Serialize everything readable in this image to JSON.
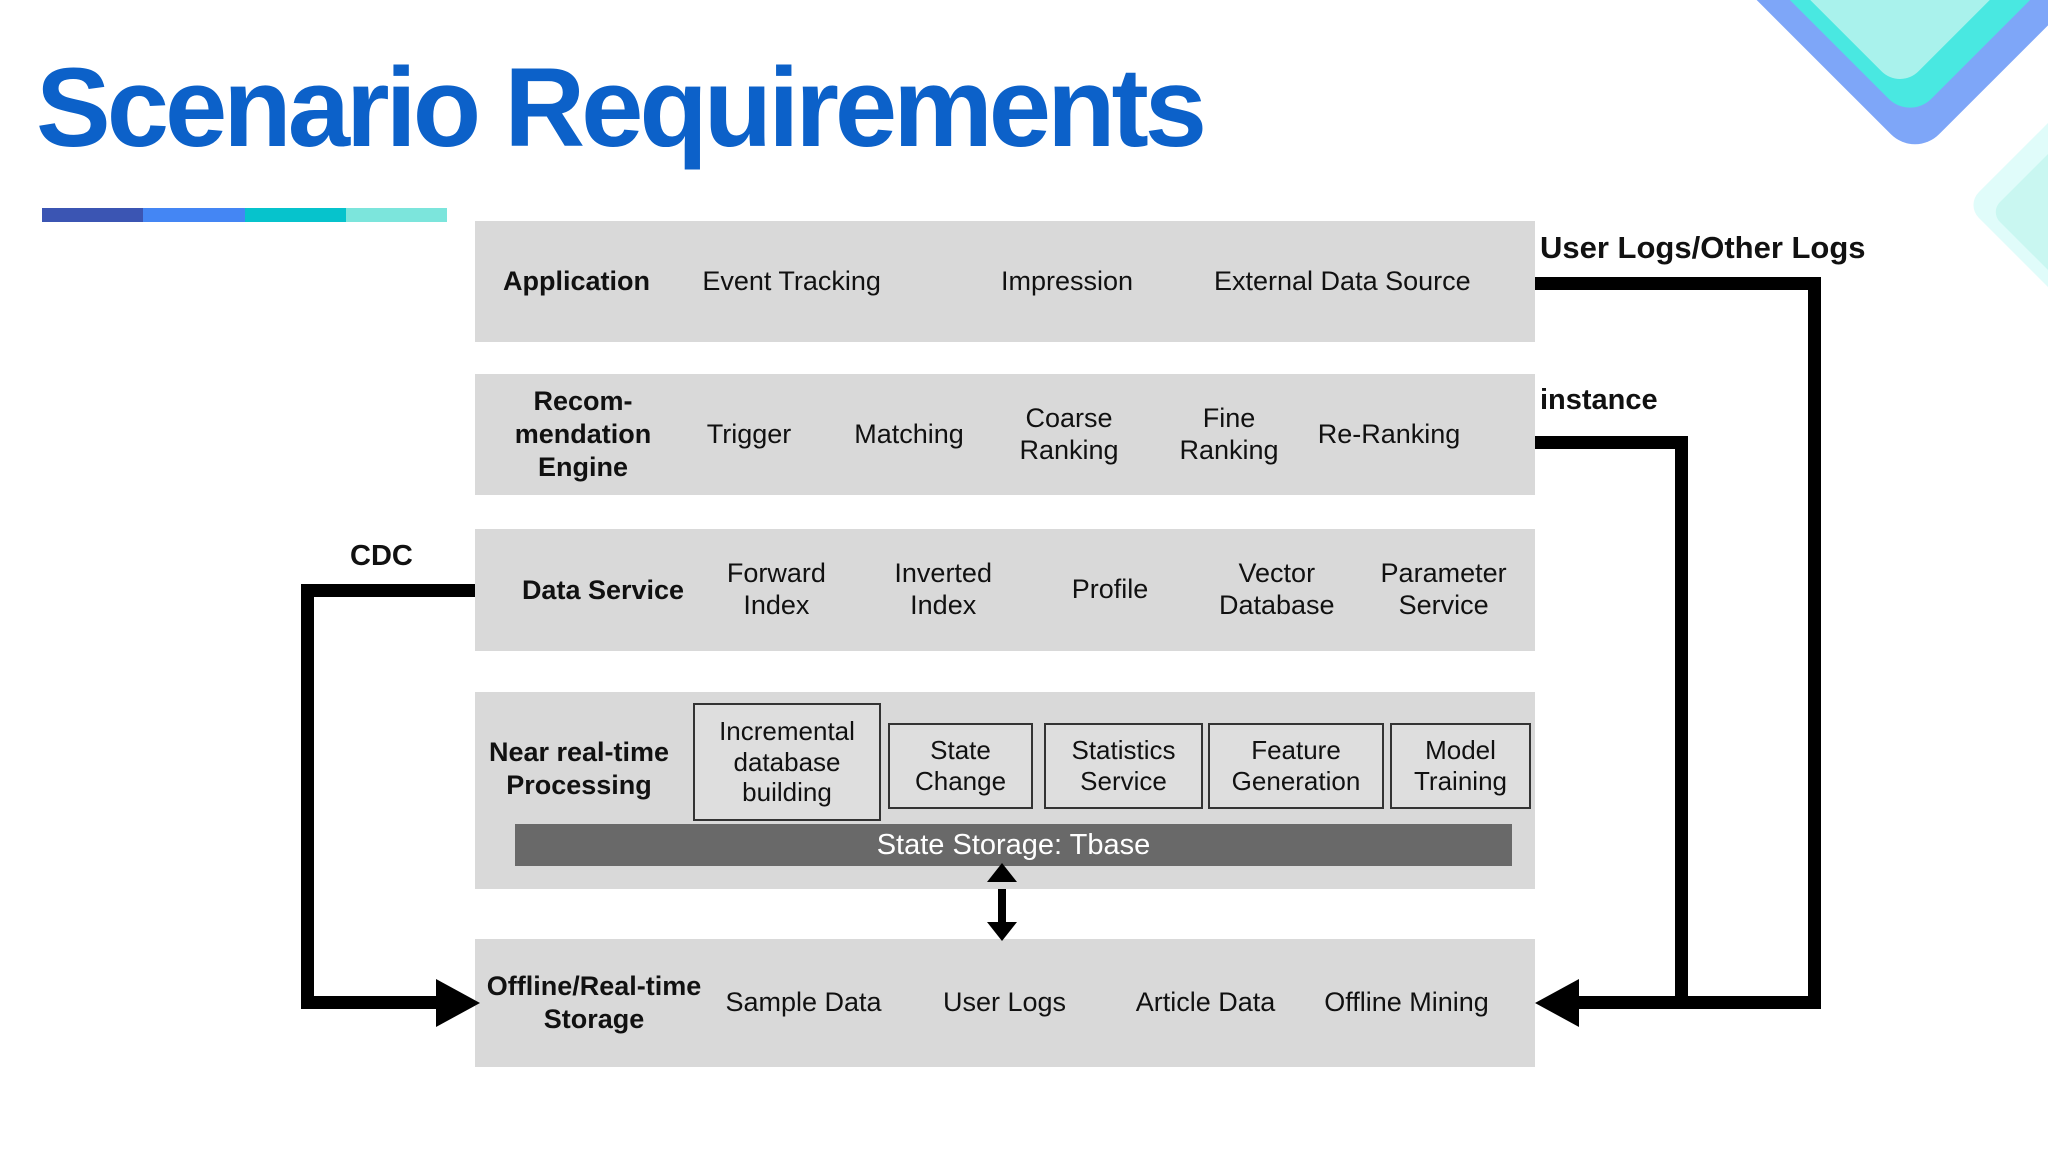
{
  "title": "Scenario Requirements",
  "colors": {
    "title_blue": "#0c61c9",
    "row_bg": "#d9d9d9",
    "subbox_bg": "#dedede",
    "storage_bar_bg": "#696969",
    "line_black": "#000000",
    "accent_segments": [
      "#3b55b3",
      "#4486f4",
      "#06c3cc",
      "#7ce5dc"
    ],
    "decor_blue": "#7ea6f8",
    "decor_cyan": "#49e8e1",
    "decor_mint": "#a9f2ec",
    "decor_pale_outer": "#e0fcfa",
    "decor_pale_inner": "#c9f7f1"
  },
  "diagram": {
    "rows": [
      {
        "label": "Application",
        "items": [
          "Event Tracking",
          "Impression",
          "External Data Source"
        ]
      },
      {
        "label": "Recom-\nmendation\nEngine",
        "items": [
          "Trigger",
          "Matching",
          "Coarse\nRanking",
          "Fine\nRanking",
          "Re-Ranking"
        ]
      },
      {
        "label": "Data Service",
        "items": [
          "Forward\nIndex",
          "Inverted\nIndex",
          "Profile",
          "Vector Database",
          "Parameter\nService"
        ]
      },
      {
        "label": "Near real-time\nProcessing",
        "boxes": [
          "Incremental\ndatabase\nbuilding",
          "State\nChange",
          "Statistics\nService",
          "Feature\nGeneration",
          "Model\nTraining"
        ],
        "storage_bar": "State Storage: Tbase"
      },
      {
        "label": "Offline/Real-time\nStorage",
        "items": [
          "Sample Data",
          "User Logs",
          "Article Data",
          "Offline Mining"
        ]
      }
    ],
    "annotations": {
      "user_logs": "User Logs/Other Logs",
      "instance": "instance",
      "cdc": "CDC"
    }
  }
}
